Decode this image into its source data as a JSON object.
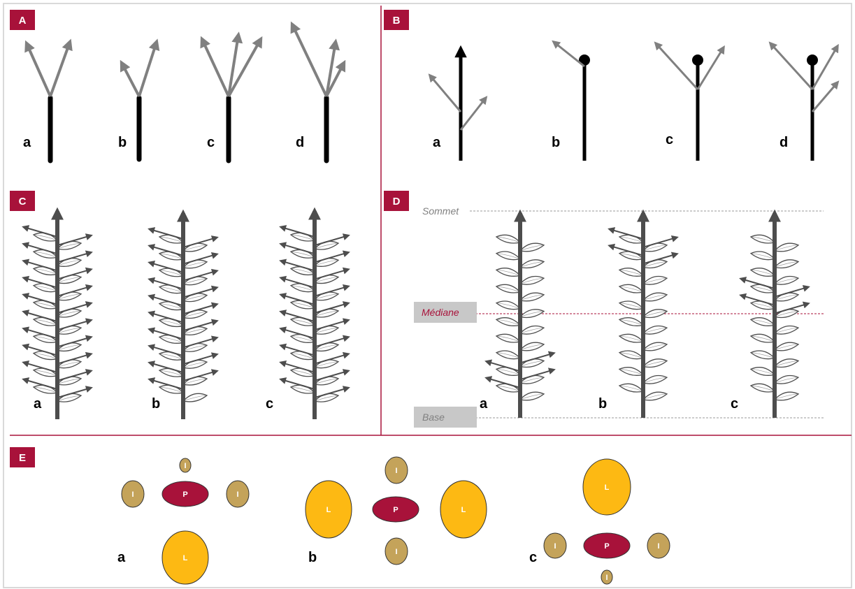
{
  "panels": {
    "A": {
      "tag": "A",
      "labels": [
        "a",
        "b",
        "c",
        "d"
      ]
    },
    "B": {
      "tag": "B",
      "labels": [
        "a",
        "b",
        "c",
        "d"
      ]
    },
    "C": {
      "tag": "C",
      "labels": [
        "a",
        "b",
        "c"
      ]
    },
    "D": {
      "tag": "D",
      "labels": [
        "a",
        "b",
        "c"
      ],
      "levels": {
        "top": "Sommet",
        "mid": "Médiane",
        "base": "Base"
      }
    },
    "E": {
      "tag": "E",
      "labels": [
        "a",
        "b",
        "c"
      ],
      "buds": {
        "P": "P",
        "L": "L",
        "I": "I"
      }
    }
  },
  "colors": {
    "accent": "#a8123a",
    "stem": "#000000",
    "branch": "#808080",
    "axis": "#4d4d4d",
    "bud_lateral": "#fdb913",
    "bud_small": "#c4a35a",
    "label_bg": "#c8c8c8",
    "level_text": "#808080"
  }
}
